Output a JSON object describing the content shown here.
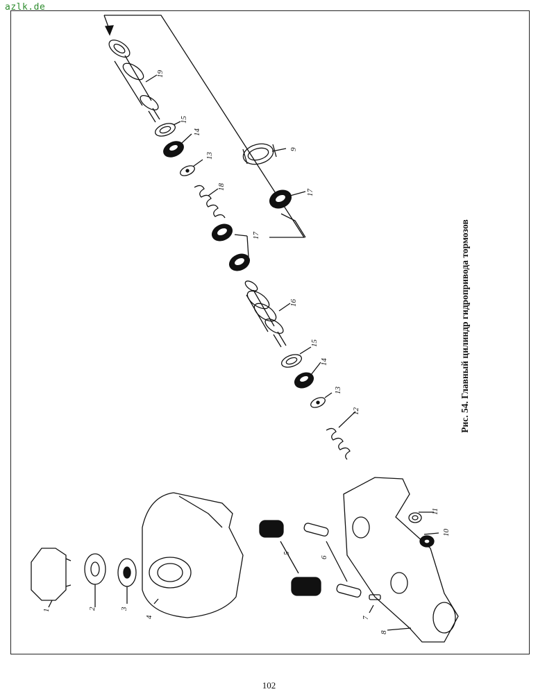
{
  "watermark": "azlk.de",
  "caption": "Рис. 54. Главный цилиндр гидропривода тормозов",
  "page_number": "102",
  "part_labels": [
    "1",
    "2",
    "3",
    "4",
    "5",
    "6",
    "7",
    "8",
    "9",
    "10",
    "11",
    "12",
    "13",
    "13",
    "14",
    "14",
    "15",
    "15",
    "16",
    "17",
    "17",
    "18",
    "19"
  ]
}
